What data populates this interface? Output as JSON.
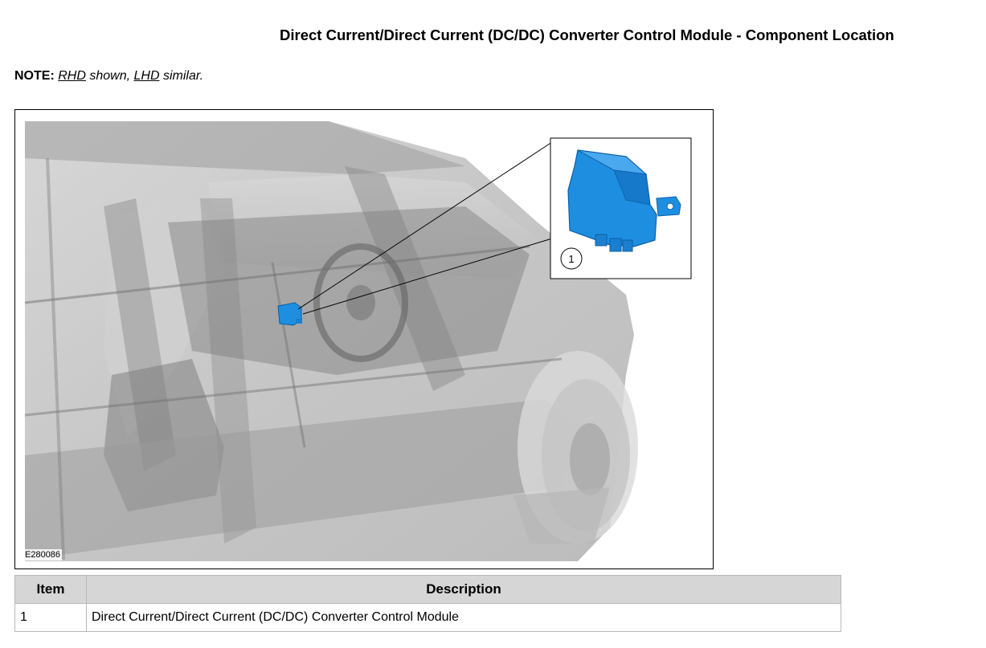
{
  "title": "Direct Current/Direct Current (DC/DC) Converter Control Module - Component Location",
  "note": {
    "label": "NOTE:",
    "rhd": "RHD",
    "shown": " shown, ",
    "lhd": "LHD",
    "similar": " similar."
  },
  "figure": {
    "id": "E280086",
    "callout_number": "1",
    "module_color": "#1e8fe0"
  },
  "table": {
    "headers": {
      "item": "Item",
      "description": "Description"
    },
    "rows": [
      {
        "item": "1",
        "description": "Direct Current/Direct Current (DC/DC) Converter Control Module"
      }
    ]
  }
}
